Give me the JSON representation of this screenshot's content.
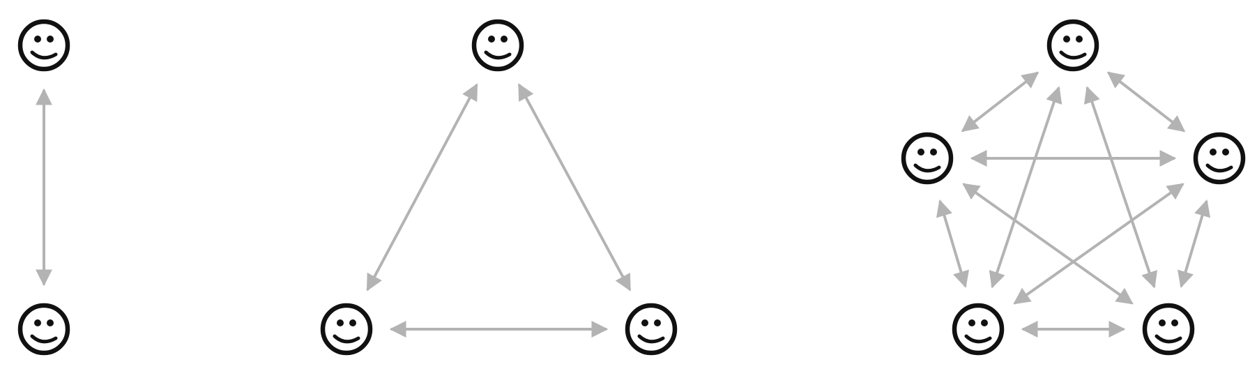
{
  "colors": {
    "background": "#ffffff",
    "face": "#111111",
    "arrow": "#b3b3b3"
  },
  "icons": {
    "person": "smiley-face-icon",
    "connection": "double-headed-arrow"
  },
  "networks": [
    {
      "people": 2,
      "links": 1
    },
    {
      "people": 3,
      "links": 3
    },
    {
      "people": 5,
      "links": 10
    }
  ]
}
